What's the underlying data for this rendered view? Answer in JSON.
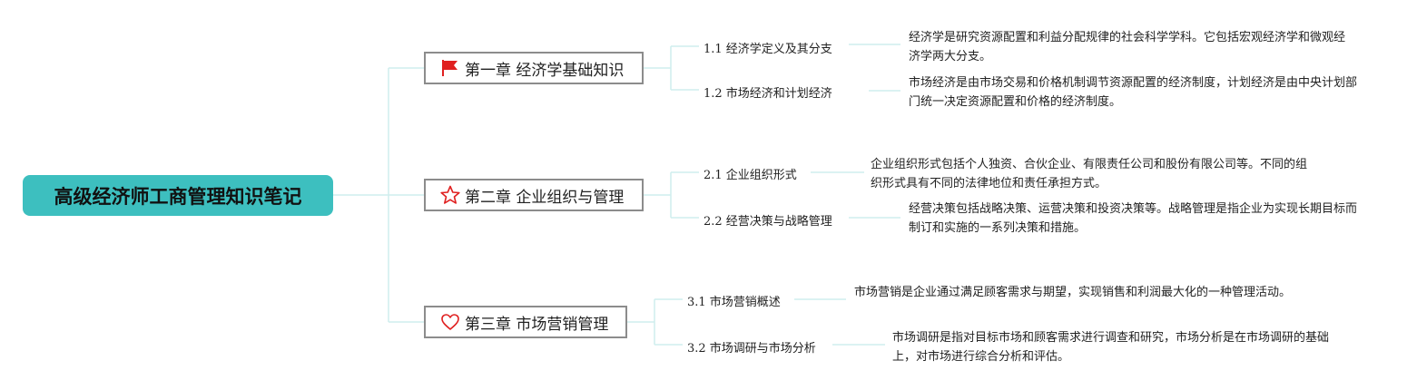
{
  "root": {
    "title": "高级经济师工商管理知识笔记"
  },
  "chapters": [
    {
      "title": "第一章 经济学基础知识",
      "icon": "red-flag-icon",
      "sections": [
        {
          "label": "1.1 经济学定义及其分支",
          "desc": "经济学是研究资源配置和利益分配规律的社会科学学科。它包括宏观经济学和微观经济学两大分支。"
        },
        {
          "label": "1.2 市场经济和计划经济",
          "desc": "市场经济是由市场交易和价格机制调节资源配置的经济制度，计划经济是由中央计划部门统一决定资源配置和价格的经济制度。"
        }
      ]
    },
    {
      "title": "第二章 企业组织与管理",
      "icon": "star-outline-icon",
      "sections": [
        {
          "label": "2.1 企业组织形式",
          "desc": "企业组织形式包括个人独资、合伙企业、有限责任公司和股份有限公司等。不同的组织形式具有不同的法律地位和责任承担方式。"
        },
        {
          "label": "2.2 经营决策与战略管理",
          "desc": "经营决策包括战略决策、运营决策和投资决策等。战略管理是指企业为实现长期目标而制订和实施的一系列决策和措施。"
        }
      ]
    },
    {
      "title": "第三章 市场营销管理",
      "icon": "heart-outline-icon",
      "sections": [
        {
          "label": "3.1 市场营销概述",
          "desc": "市场营销是企业通过满足顾客需求与期望，实现销售和利润最大化的一种管理活动。"
        },
        {
          "label": "3.2 市场调研与市场分析",
          "desc": "市场调研是指对目标市场和顾客需求进行调查和研究，市场分析是在市场调研的基础上，对市场进行综合分析和评估。"
        }
      ]
    }
  ],
  "colors": {
    "root_bg": "#3dbfbf",
    "line": "#cfeeee",
    "icon_red": "#e02020"
  }
}
